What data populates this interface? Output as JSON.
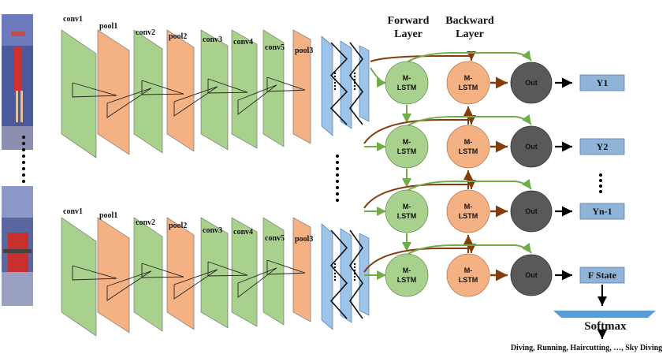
{
  "top_layers": [
    "conv1",
    "pool1",
    "conv2",
    "pool2",
    "conv3",
    "conv4",
    "conv5",
    "pool3"
  ],
  "bottom_layers": [
    "conv1",
    "pool1",
    "conv2",
    "pool2",
    "conv3",
    "conv4",
    "conv5",
    "pool3"
  ],
  "headers": {
    "forward": "Forward Layer",
    "backward": "Backward Layer"
  },
  "lstm_label_line1": "M-",
  "lstm_label_line2": "LSTM",
  "out_label": "Out",
  "outputs": [
    "Y1",
    "Y2",
    "Yn-1",
    "F State"
  ],
  "softmax": "Softmax",
  "classes": "Diving, Running, Haircutting, …, Sky Diving",
  "colors": {
    "conv": "#a9d18e",
    "pool": "#f4b183",
    "fc": "#9dc3e6",
    "lstm_fwd": "#a9d18e",
    "lstm_bwd": "#f4b183",
    "out": "#595959",
    "output_box": "#8fb4d8",
    "softmax_bar": "#5b9bd5",
    "arrow_green": "#70ad47",
    "arrow_brown": "#843c0c"
  }
}
